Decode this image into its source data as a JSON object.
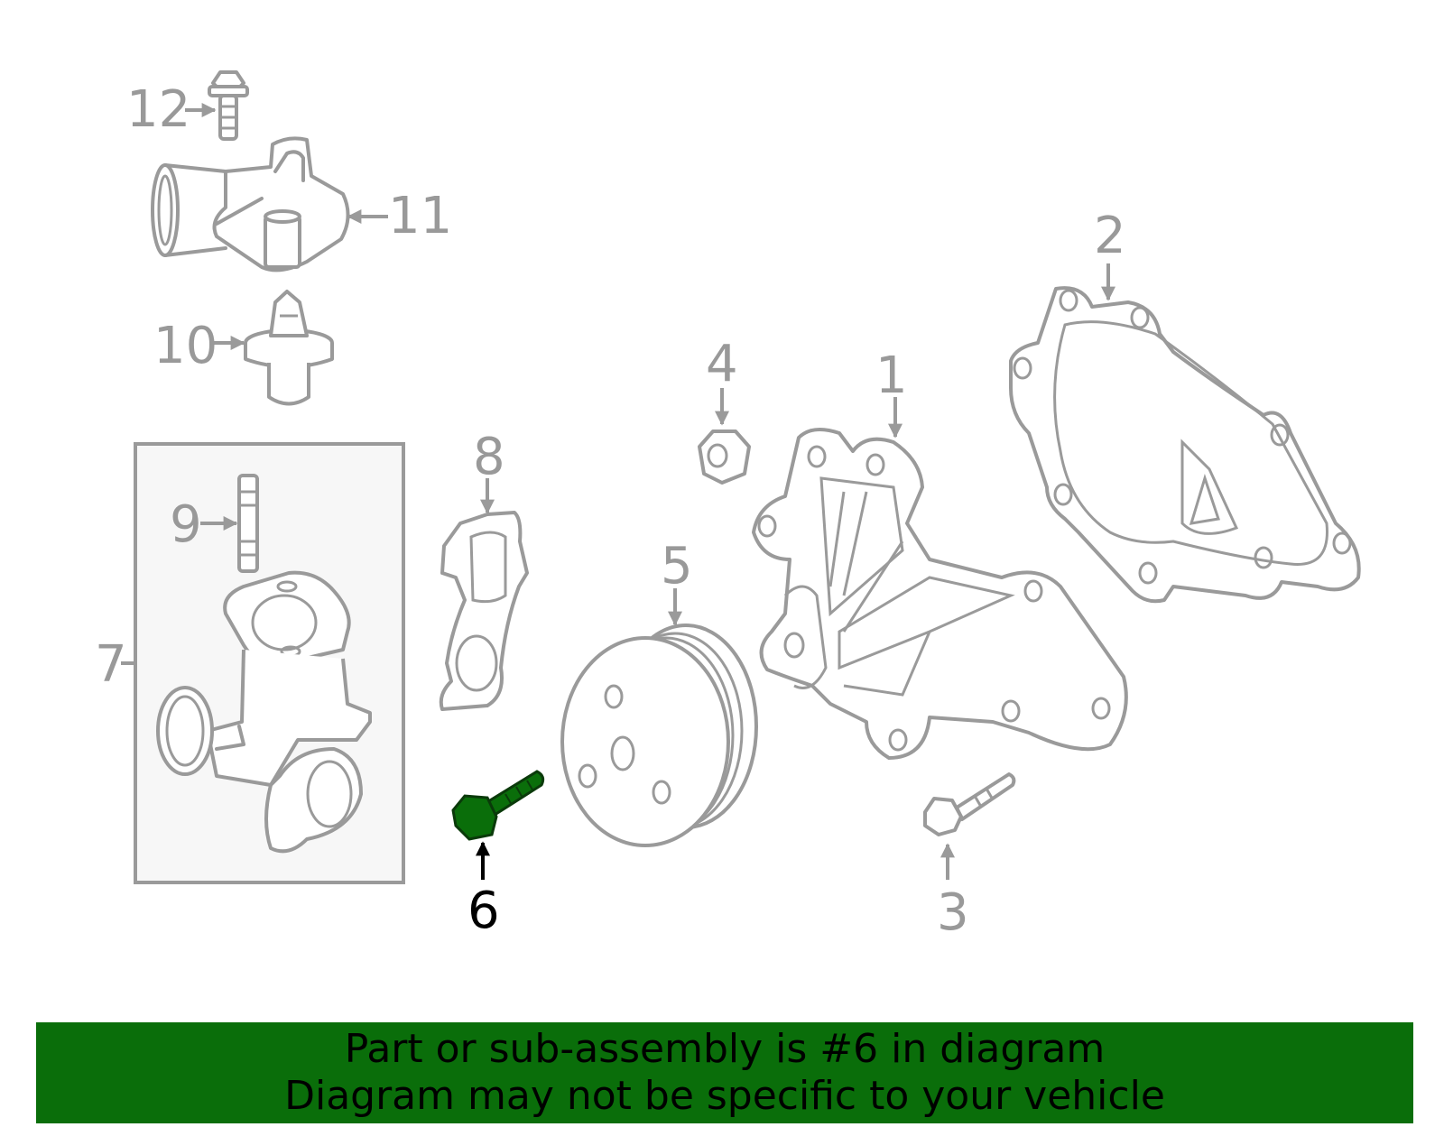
{
  "callouts": [
    "1",
    "2",
    "3",
    "4",
    "5",
    "6",
    "7",
    "8",
    "9",
    "10",
    "11",
    "12"
  ],
  "highlighted_part": "6",
  "colors": {
    "part_outline": "#9a9a9a",
    "highlight": "#0a6e0a",
    "banner_bg": "#0a6e0a",
    "active_text": "#000000"
  },
  "banner": {
    "line1": "Part or sub-assembly is #6 in diagram",
    "line2": "Diagram may not be specific to your vehicle"
  }
}
